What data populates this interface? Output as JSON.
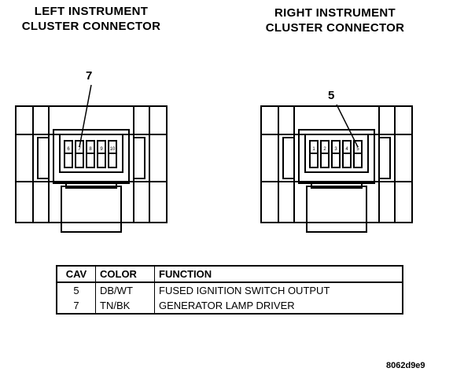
{
  "left_connector": {
    "title_line1": "LEFT  INSTRUMENT",
    "title_line2": "CLUSTER CONNECTOR",
    "callout": "7",
    "cavity_labels": [
      "6",
      "7",
      "8",
      "9",
      "10"
    ]
  },
  "right_connector": {
    "title_line1": "RIGHT INSTRUMENT",
    "title_line2": "CLUSTER CONNECTOR",
    "callout": "5",
    "cavity_labels": [
      "1",
      "2",
      "3",
      "4",
      "5"
    ]
  },
  "pinout_table": {
    "headers": [
      "CAV",
      "COLOR",
      "FUNCTION"
    ],
    "rows": [
      {
        "cav": "5",
        "color": "DB/WT",
        "function": "FUSED IGNITION SWITCH OUTPUT"
      },
      {
        "cav": "7",
        "color": "TN/BK",
        "function": "GENERATOR LAMP DRIVER"
      }
    ]
  },
  "figure_id": "8062d9e9"
}
